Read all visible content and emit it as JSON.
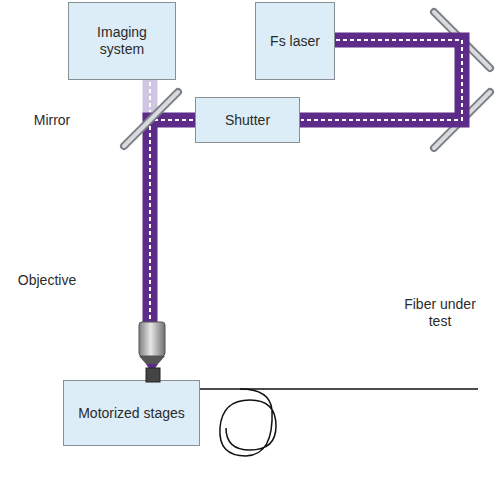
{
  "diagram": {
    "nodes": [
      {
        "text": [
          "Imaging system"
        ]
      },
      {
        "text": [
          "Fs laser"
        ]
      },
      {
        "text": [
          "Shutter"
        ]
      },
      {
        "text": [
          "Motorized stages"
        ]
      }
    ],
    "edges": [
      {
        "from": 1,
        "to": 2,
        "arrow": "none"
      }
    ],
    "labels": [
      "Mirror",
      "Objective",
      "Fiber under test"
    ]
  }
}
